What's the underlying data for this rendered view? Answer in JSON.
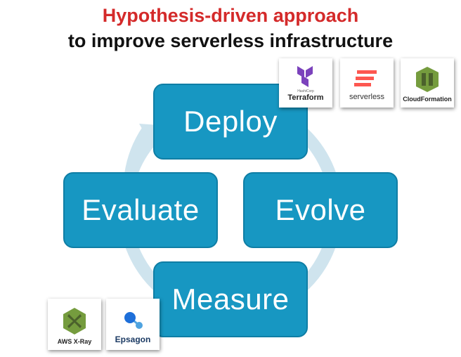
{
  "title": {
    "line1": "Hypothesis-driven approach",
    "line2": "to improve serverless infrastructure"
  },
  "colors": {
    "title_accent": "#d42a2a",
    "title_main": "#111111",
    "box_fill": "#1797c2",
    "box_stroke": "#0f7ea5",
    "ring": "#cfe4ee"
  },
  "cycle": {
    "steps": [
      {
        "key": "deploy",
        "label": "Deploy"
      },
      {
        "key": "evolve",
        "label": "Evolve"
      },
      {
        "key": "measure",
        "label": "Measure"
      },
      {
        "key": "evaluate",
        "label": "Evaluate"
      }
    ]
  },
  "logos": {
    "terraform": {
      "icon": "terraform-icon",
      "small": "HashiCorp",
      "label": "Terraform"
    },
    "serverless": {
      "icon": "serverless-icon",
      "label": "serverless"
    },
    "cloudformation": {
      "icon": "cloudformation-icon",
      "label": "CloudFormation"
    },
    "xray": {
      "icon": "aws-xray-icon",
      "label": "AWS X-Ray"
    },
    "epsagon": {
      "icon": "epsagon-icon",
      "label": "Epsagon"
    }
  }
}
